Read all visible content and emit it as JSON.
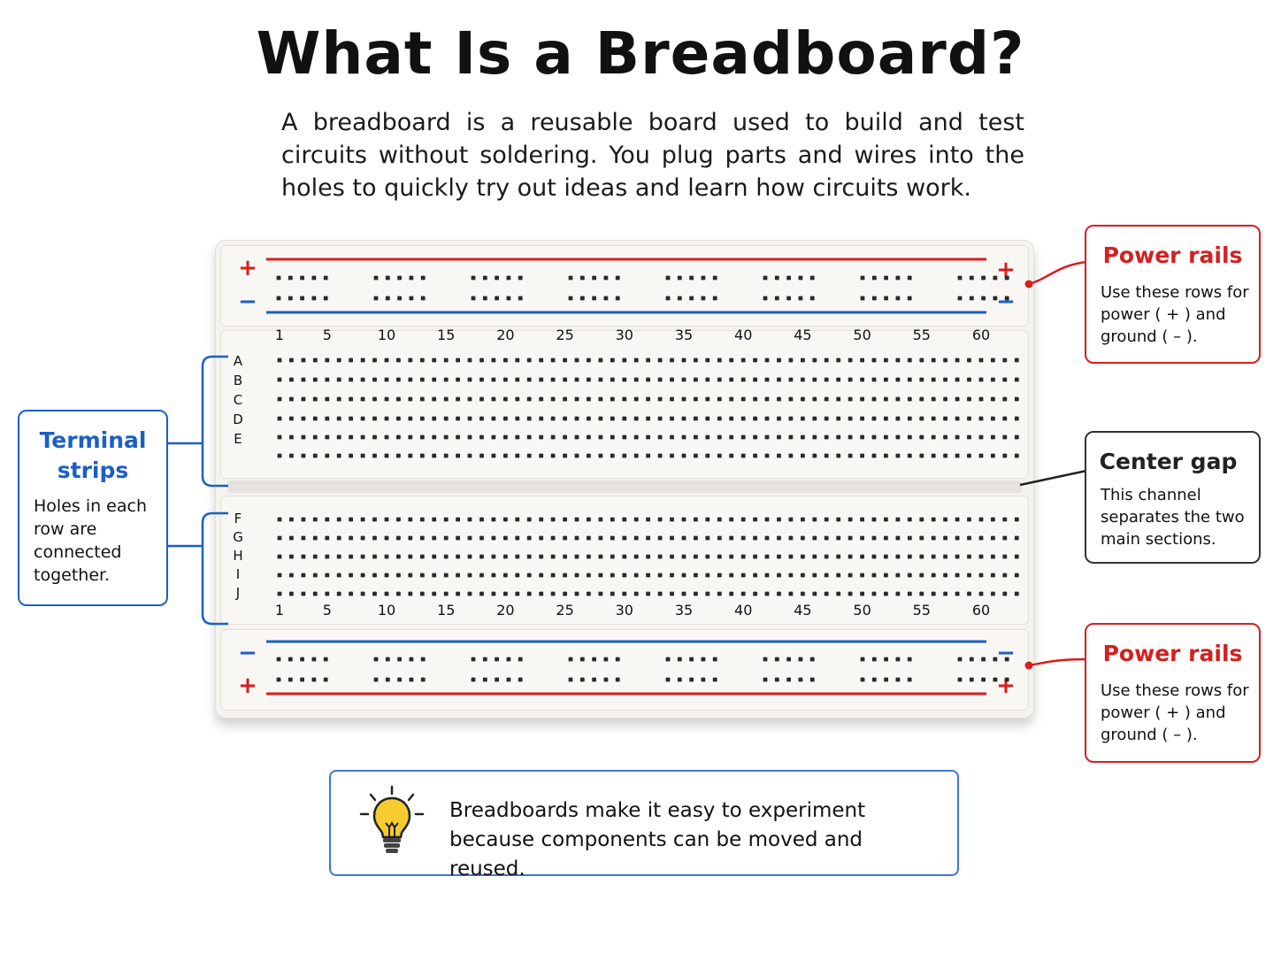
{
  "title": "What Is a Breadboard?",
  "intro": "A breadboard is a reusable board used to build and test circuits without soldering. You plug parts and wires into the holes to quickly try out ideas and learn how circuits work.",
  "board": {
    "column_labels": [
      "1",
      "5",
      "10",
      "15",
      "20",
      "25",
      "30",
      "35",
      "40",
      "45",
      "50",
      "55",
      "60"
    ],
    "rows_top": [
      "A",
      "B",
      "C",
      "D",
      "E"
    ],
    "rows_bottom": [
      "F",
      "G",
      "H",
      "I",
      "J"
    ],
    "plus_sign": "+",
    "minus_sign": "−",
    "colors": {
      "positive": "#d61f1f",
      "negative": "#1b5fc6",
      "hole": "#2a2a2a"
    }
  },
  "callouts": {
    "power_top": {
      "title": "Power rails",
      "body": "Use these rows for power ( + ) and ground ( – )."
    },
    "power_bottom": {
      "title": "Power rails",
      "body": "Use these rows for power ( + ) and ground ( – )."
    },
    "terminal": {
      "title": "Terminal strips",
      "body": "Holes in each row are connected together."
    },
    "center": {
      "title": "Center gap",
      "body": "This channel separates the two main sections."
    }
  },
  "tip": {
    "icon": "lightbulb-icon",
    "text": "Breadboards make it easy to experiment because components can be moved and reused."
  }
}
